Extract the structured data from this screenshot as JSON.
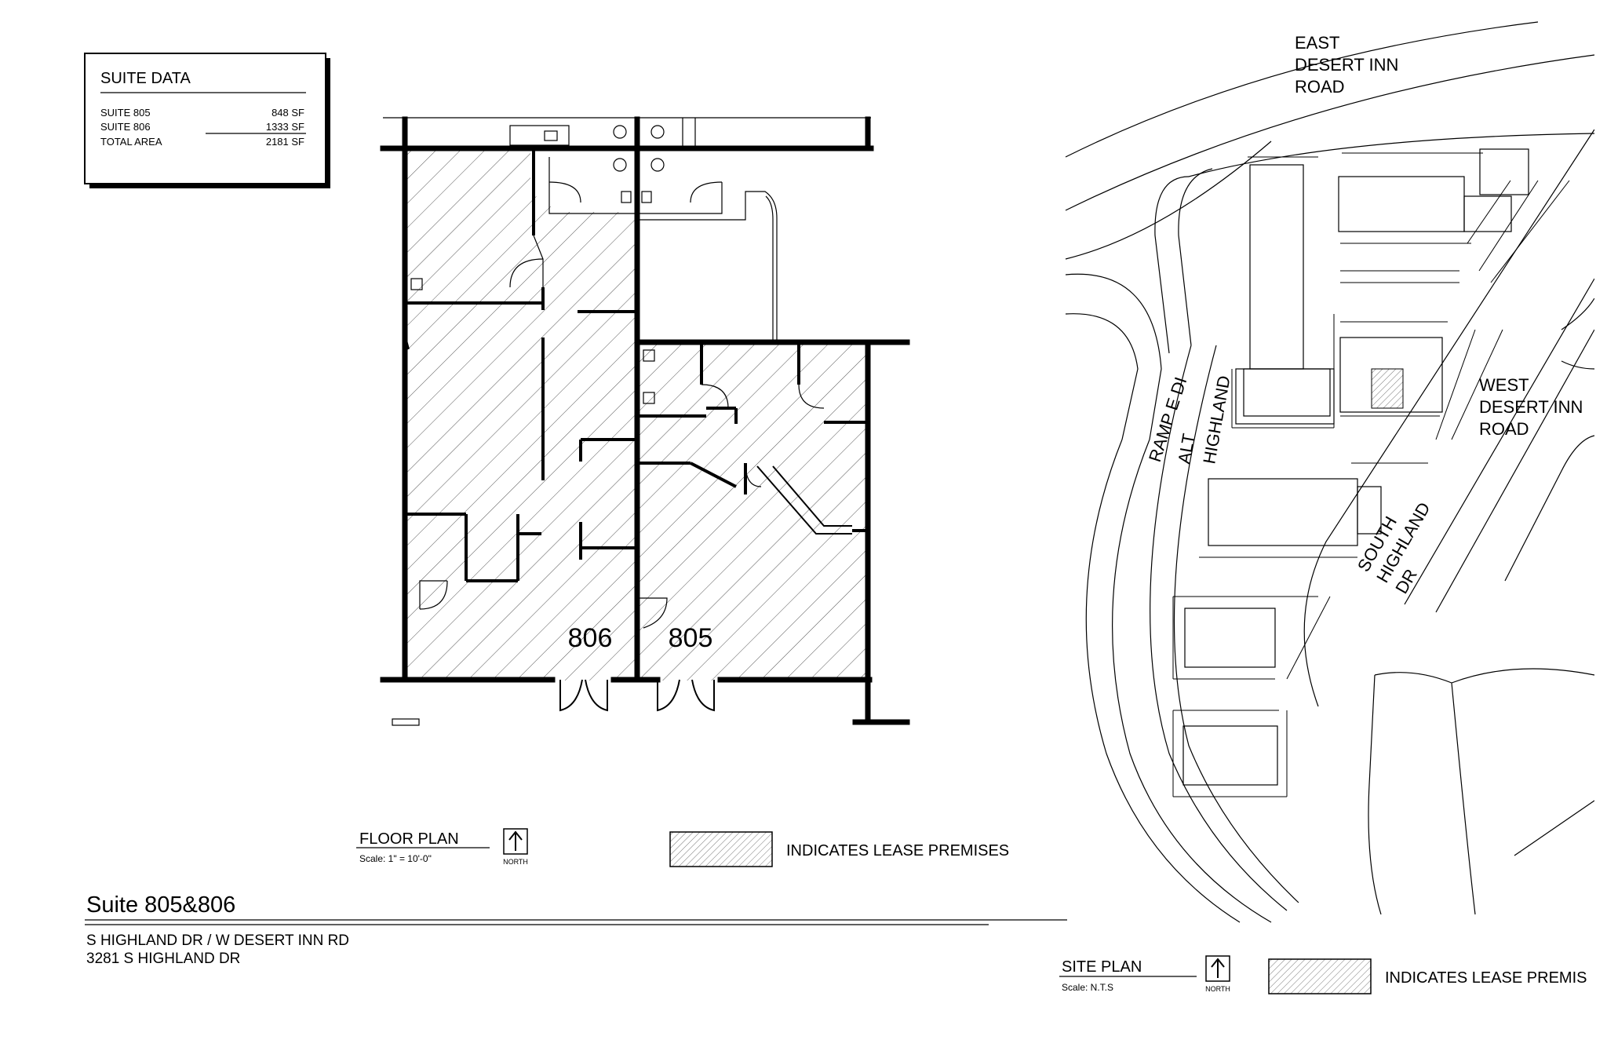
{
  "suite_data": {
    "heading": "SUITE DATA",
    "rows": [
      {
        "label": "SUITE  805",
        "value": "848  SF"
      },
      {
        "label": "SUITE  806",
        "value": "1333  SF"
      },
      {
        "label": "TOTAL  AREA",
        "value": "2181  SF"
      }
    ]
  },
  "floor_plan": {
    "title": "FLOOR PLAN",
    "scale": "Scale:  1\"  =  10'-0\"",
    "north": "NORTH",
    "unit_labels": [
      "806",
      "805"
    ]
  },
  "legend": {
    "lease_text": "INDICATES LEASE PREMISES",
    "site_lease_text": "INDICATES LEASE PREMIS"
  },
  "title_block": {
    "title": "Suite 805&806",
    "line1": "S HIGHLAND DR / W DESERT INN RD",
    "line2": "3281 S HIGHLAND DR"
  },
  "site_plan": {
    "title": "SITE PLAN",
    "scale": "Scale:    N.T.S",
    "north": "NORTH",
    "roads": {
      "east_desert_inn": [
        "EAST",
        "DESERT INN",
        "ROAD"
      ],
      "west_desert_inn": [
        "WEST",
        "DESERT INN",
        "ROAD"
      ],
      "south_highland": [
        "SOUTH",
        "HIGHLAND",
        "DR"
      ],
      "ramp": "RAMP E DI",
      "alt": "ALT",
      "highland": "HIGHLAND"
    }
  }
}
